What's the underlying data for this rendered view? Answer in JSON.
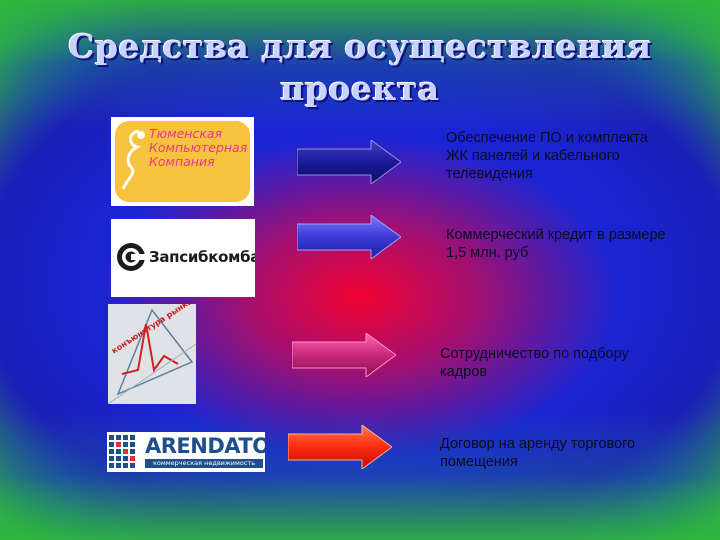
{
  "slide": {
    "title_line1": "Средства для осуществления",
    "title_line2": "проекта"
  },
  "rows": [
    {
      "logo_name": "tyumen-computer-company-logo",
      "logo_text": "Тюменская Компьютерная Компания",
      "text": "Обеспечение ПО и комплекта ЖК панелей и кабельного телевидения",
      "arrow_color": "#1a1a9a"
    },
    {
      "logo_name": "zapsibkombank-logo",
      "logo_text": "Запсибкомбанк",
      "text": "Коммерческий кредит в размере 1,5 млн. руб",
      "arrow_color": "#3a3ad8"
    },
    {
      "logo_name": "labor-market-logo",
      "logo_text": "конъюнктура рынка труда",
      "text": "Сотрудничество по подбору кадров",
      "arrow_color": "#c8287a"
    },
    {
      "logo_name": "arendator-logo",
      "logo_text": "ARENDATOR.RU",
      "logo_subtext": "коммерческая недвижимость",
      "text": "Договор на аренду торгового помещения",
      "arrow_color": "#ff2a10"
    }
  ]
}
